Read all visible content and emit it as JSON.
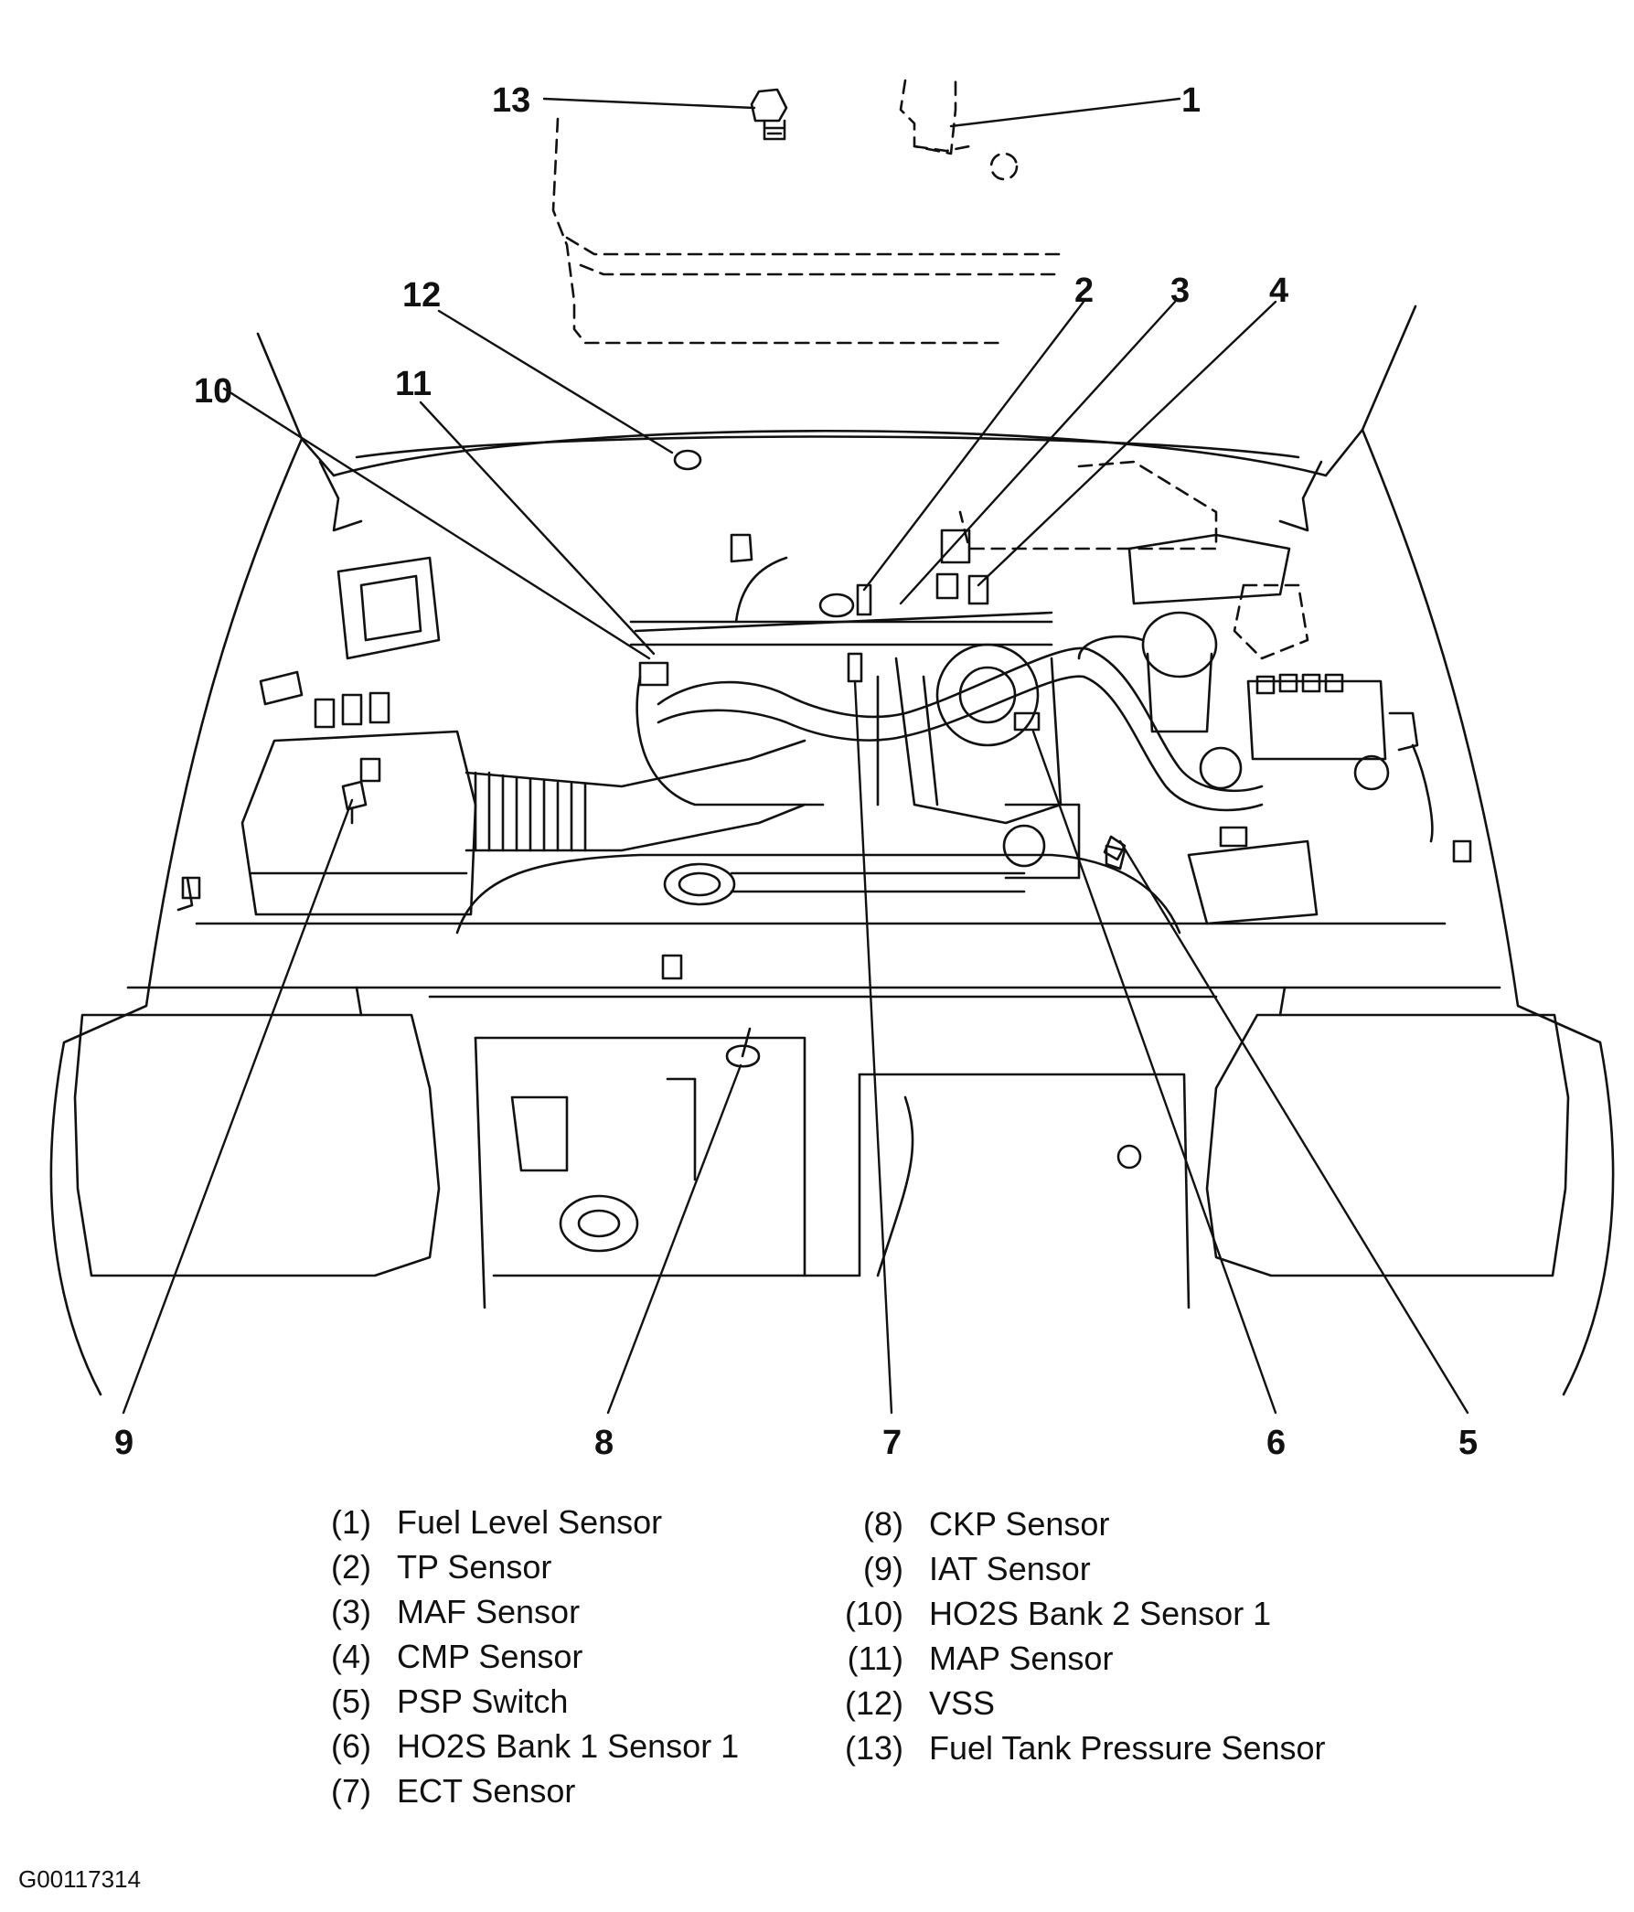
{
  "callouts": [
    "1",
    "2",
    "3",
    "4",
    "5",
    "6",
    "7",
    "8",
    "9",
    "10",
    "11",
    "12",
    "13"
  ],
  "legend": {
    "left": [
      {
        "num": "(1)",
        "label": "Fuel Level Sensor"
      },
      {
        "num": "(2)",
        "label": "TP Sensor"
      },
      {
        "num": "(3)",
        "label": "MAF Sensor"
      },
      {
        "num": "(4)",
        "label": "CMP Sensor"
      },
      {
        "num": "(5)",
        "label": "PSP Switch"
      },
      {
        "num": "(6)",
        "label": "HO2S Bank 1 Sensor 1"
      },
      {
        "num": "(7)",
        "label": "ECT Sensor"
      }
    ],
    "right": [
      {
        "num": "(8)",
        "label": "CKP Sensor"
      },
      {
        "num": "(9)",
        "label": "IAT Sensor"
      },
      {
        "num": "(10)",
        "label": "HO2S Bank 2 Sensor 1"
      },
      {
        "num": "(11)",
        "label": "MAP Sensor"
      },
      {
        "num": "(12)",
        "label": "VSS"
      },
      {
        "num": "(13)",
        "label": "Fuel Tank Pressure Sensor"
      }
    ]
  },
  "figure_id": "G00117314"
}
